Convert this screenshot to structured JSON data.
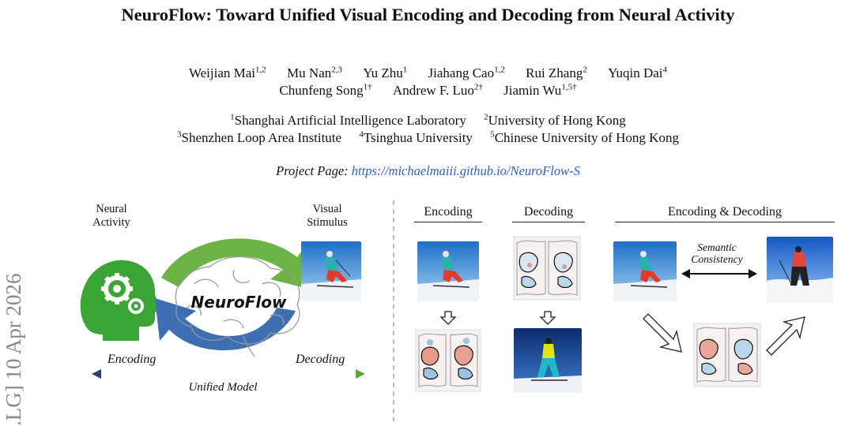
{
  "paper": {
    "title": "NeuroFlow: Toward Unified Visual Encoding and Decoding from Neural Activity",
    "authors_line1": [
      {
        "name": "Weijian Mai",
        "sup": "1,2"
      },
      {
        "name": "Mu Nan",
        "sup": "2,3"
      },
      {
        "name": "Yu Zhu",
        "sup": "1"
      },
      {
        "name": "Jiahang Cao",
        "sup": "1,2"
      },
      {
        "name": "Rui Zhang",
        "sup": "2"
      },
      {
        "name": "Yuqin Dai",
        "sup": "4"
      }
    ],
    "authors_line2": [
      {
        "name": "Chunfeng Song",
        "sup": "1†"
      },
      {
        "name": "Andrew F. Luo",
        "sup": "2†"
      },
      {
        "name": "Jiamin Wu",
        "sup": "1,5†"
      }
    ],
    "affiliations_line1": [
      {
        "sup": "1",
        "name": "Shanghai Artificial Intelligence Laboratory"
      },
      {
        "sup": "2",
        "name": "University of Hong Kong"
      }
    ],
    "affiliations_line2": [
      {
        "sup": "3",
        "name": "Shenzhen Loop Area Institute"
      },
      {
        "sup": "4",
        "name": "Tsinghua University"
      },
      {
        "sup": "5",
        "name": "Chinese University of Hong Kong"
      }
    ],
    "project_label": "Project Page:",
    "project_url": "https://michaelmaiii.github.io/NeuroFlow-S"
  },
  "arxiv_stamp": ".LG]  10 Apr 2026",
  "figure": {
    "neural_activity_label_1": "Neural",
    "neural_activity_label_2": "Activity",
    "visual_stimulus_label_1": "Visual",
    "visual_stimulus_label_2": "Stimulus",
    "center_logo": "NeuroFlow",
    "encoding_arrow_label": "Encoding",
    "decoding_arrow_label": "Decoding",
    "unified_model_label": "Unified Model",
    "panel_encoding": "Encoding",
    "panel_decoding": "Decoding",
    "panel_both": "Encoding & Decoding",
    "semantic_1": "Semantic",
    "semantic_2": "Consistency",
    "colors": {
      "green": "#5aa63c",
      "blue": "#3e6fb3",
      "dark_blue": "#2a3f78",
      "link": "#2b62c4"
    }
  }
}
